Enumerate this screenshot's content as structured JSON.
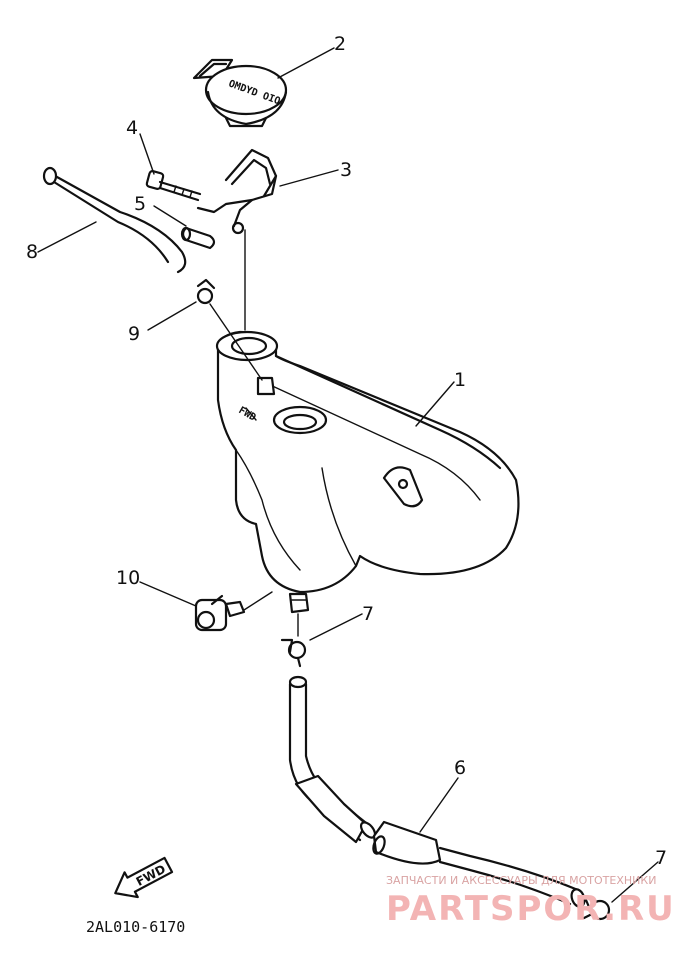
{
  "diagram": {
    "callouts": [
      "1",
      "2",
      "3",
      "4",
      "5",
      "6",
      "7",
      "7",
      "8",
      "9",
      "10"
    ],
    "cap_text": "OMDYD OIO",
    "fwd_label": "FWD",
    "part_code": "2AL010-6170"
  },
  "watermark": {
    "tagline": "ЗАПЧАСТИ И АКСЕССУАРЫ ДЛЯ МОТОТЕХНИКИ",
    "site": "PARTSPOR.RU"
  }
}
